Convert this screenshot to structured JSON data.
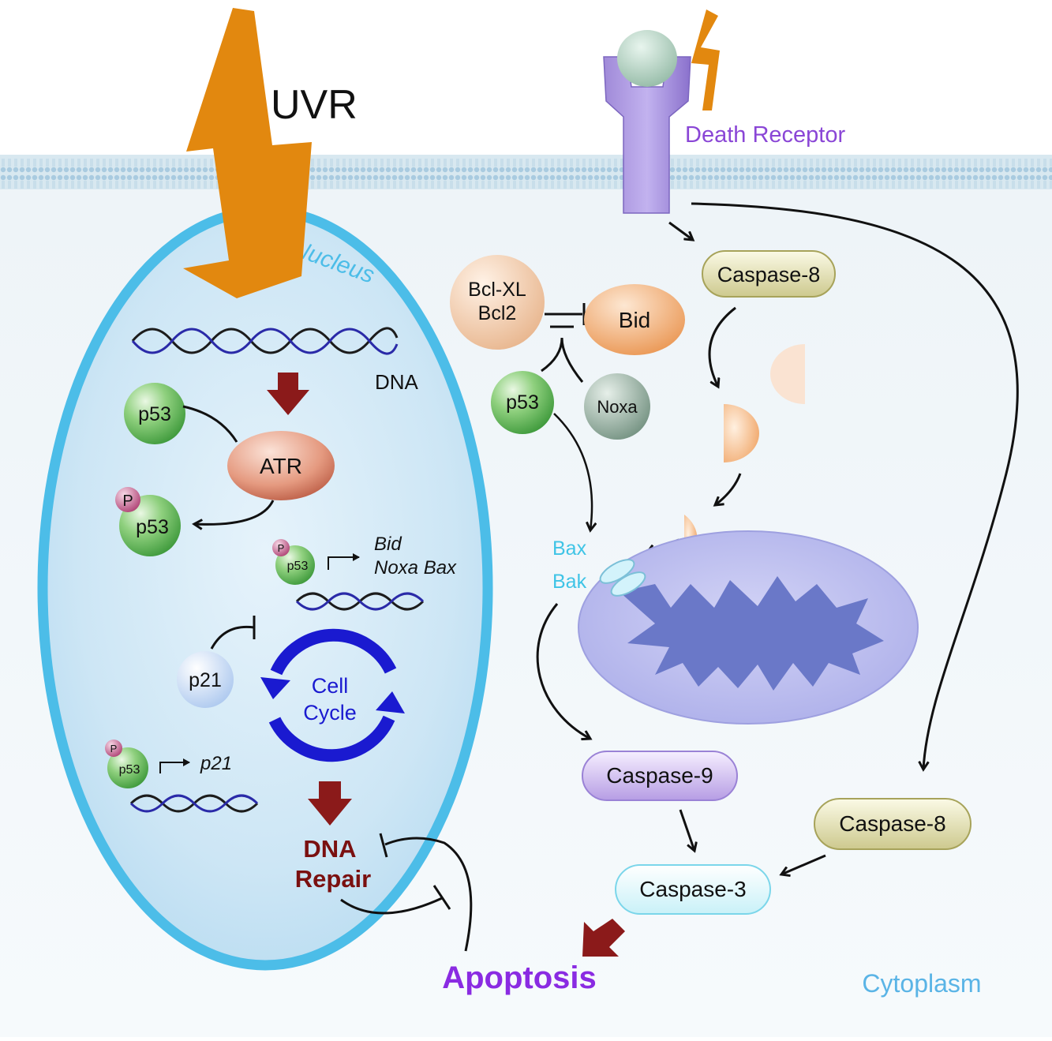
{
  "labels": {
    "uvr": "UVR",
    "death_receptor": "Death Receptor",
    "nucleus": "Nucleus",
    "cytoplasm": "Cytoplasm",
    "dna": "DNA",
    "apoptosis": "Apoptosis",
    "dna_repair_line1": "DNA",
    "dna_repair_line2": "Repair",
    "cell_cycle_line1": "Cell",
    "cell_cycle_line2": "Cycle"
  },
  "nodes": {
    "atr": "ATR",
    "p53": "p53",
    "p": "P",
    "p21": "p21",
    "bid": "Bid",
    "noxa": "Noxa",
    "bcl_xl": "Bcl-XL",
    "bcl2": "Bcl2",
    "caspase8": "Caspase-8",
    "caspase9": "Caspase-9",
    "caspase3": "Caspase-3",
    "bax": "Bax",
    "bak": "Bak"
  },
  "targets": {
    "bid": "Bid",
    "noxa_bax": "Noxa Bax",
    "p21": "p21"
  },
  "colors": {
    "uvr_bolt": "#e2880f",
    "nucleus_border": "#4cbde8",
    "p53_green": "#5fb95a",
    "atr": "#d9806a",
    "apoptosis": "#8a2be2",
    "dna_repair": "#7a1010",
    "cell_cycle": "#1a1ad0",
    "death_receptor": "#8c6fd0",
    "cytoplasm_label": "#5ab4e6"
  }
}
